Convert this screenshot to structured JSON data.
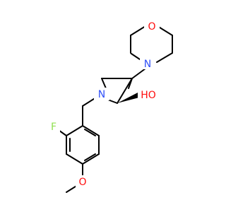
{
  "colors": {
    "bond": "#000000",
    "nitrogen": "#3050F8",
    "oxygen": "#FF0D0D",
    "fluorine": "#90E050",
    "carbon": "#000000"
  },
  "atoms": {
    "O_morpholine": "O",
    "N_morpholine": "N",
    "N_pyrrolidine": "N",
    "OH": "HO",
    "F": "F",
    "O_methoxy": "O"
  }
}
